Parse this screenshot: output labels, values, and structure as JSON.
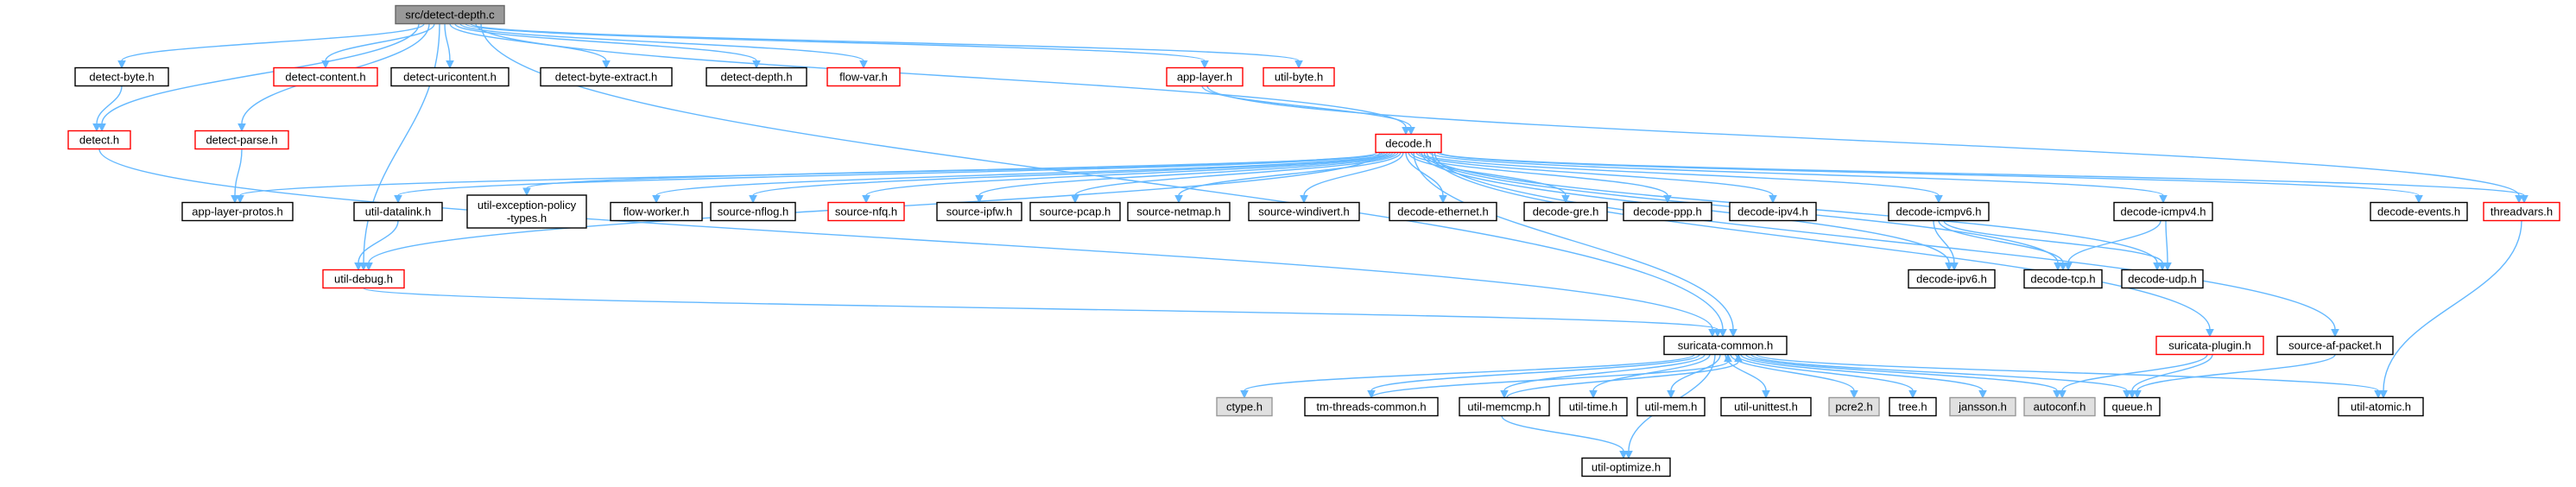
{
  "diagram": {
    "title": "",
    "colors": {
      "edge": "#63b8ff",
      "root_fill": "#999999",
      "root_stroke": "#666666",
      "normal_stroke": "#000000",
      "linked_stroke": "#ff0000",
      "external_fill": "#e0e0e0",
      "external_stroke": "#999999"
    },
    "nodes": [
      {
        "id": "root",
        "label": "src/detect-depth.c",
        "kind": "root"
      },
      {
        "id": "detect-byte",
        "label": "detect-byte.h",
        "kind": "normal"
      },
      {
        "id": "detect-content",
        "label": "detect-content.h",
        "kind": "linked"
      },
      {
        "id": "detect-uricontent",
        "label": "detect-uricontent.h",
        "kind": "normal"
      },
      {
        "id": "detect-byte-extract",
        "label": "detect-byte-extract.h",
        "kind": "normal"
      },
      {
        "id": "detect-depth",
        "label": "detect-depth.h",
        "kind": "normal"
      },
      {
        "id": "flow-var",
        "label": "flow-var.h",
        "kind": "linked"
      },
      {
        "id": "app-layer",
        "label": "app-layer.h",
        "kind": "linked"
      },
      {
        "id": "util-byte",
        "label": "util-byte.h",
        "kind": "linked"
      },
      {
        "id": "detect",
        "label": "detect.h",
        "kind": "linked"
      },
      {
        "id": "detect-parse",
        "label": "detect-parse.h",
        "kind": "linked"
      },
      {
        "id": "decode",
        "label": "decode.h",
        "kind": "linked"
      },
      {
        "id": "app-layer-protos",
        "label": "app-layer-protos.h",
        "kind": "normal"
      },
      {
        "id": "util-datalink",
        "label": "util-datalink.h",
        "kind": "normal"
      },
      {
        "id": "util-exception-policy-types",
        "label": "util-exception-policy\n-types.h",
        "kind": "normal"
      },
      {
        "id": "flow-worker",
        "label": "flow-worker.h",
        "kind": "normal"
      },
      {
        "id": "source-nflog",
        "label": "source-nflog.h",
        "kind": "normal"
      },
      {
        "id": "source-nfq",
        "label": "source-nfq.h",
        "kind": "linked"
      },
      {
        "id": "source-ipfw",
        "label": "source-ipfw.h",
        "kind": "normal"
      },
      {
        "id": "source-pcap",
        "label": "source-pcap.h",
        "kind": "normal"
      },
      {
        "id": "source-netmap",
        "label": "source-netmap.h",
        "kind": "normal"
      },
      {
        "id": "source-windivert",
        "label": "source-windivert.h",
        "kind": "normal"
      },
      {
        "id": "decode-ethernet",
        "label": "decode-ethernet.h",
        "kind": "normal"
      },
      {
        "id": "decode-gre",
        "label": "decode-gre.h",
        "kind": "normal"
      },
      {
        "id": "decode-ppp",
        "label": "decode-ppp.h",
        "kind": "normal"
      },
      {
        "id": "decode-ipv4",
        "label": "decode-ipv4.h",
        "kind": "normal"
      },
      {
        "id": "decode-icmpv6",
        "label": "decode-icmpv6.h",
        "kind": "normal"
      },
      {
        "id": "decode-icmpv4",
        "label": "decode-icmpv4.h",
        "kind": "normal"
      },
      {
        "id": "decode-events",
        "label": "decode-events.h",
        "kind": "normal"
      },
      {
        "id": "threadvars",
        "label": "threadvars.h",
        "kind": "linked"
      },
      {
        "id": "util-debug",
        "label": "util-debug.h",
        "kind": "linked"
      },
      {
        "id": "decode-ipv6",
        "label": "decode-ipv6.h",
        "kind": "normal"
      },
      {
        "id": "decode-tcp",
        "label": "decode-tcp.h",
        "kind": "normal"
      },
      {
        "id": "decode-udp",
        "label": "decode-udp.h",
        "kind": "normal"
      },
      {
        "id": "suricata-common",
        "label": "suricata-common.h",
        "kind": "normal"
      },
      {
        "id": "suricata-plugin",
        "label": "suricata-plugin.h",
        "kind": "linked"
      },
      {
        "id": "source-af-packet",
        "label": "source-af-packet.h",
        "kind": "normal"
      },
      {
        "id": "ctype",
        "label": "ctype.h",
        "kind": "external"
      },
      {
        "id": "tm-threads-common",
        "label": "tm-threads-common.h",
        "kind": "normal"
      },
      {
        "id": "util-memcmp",
        "label": "util-memcmp.h",
        "kind": "normal"
      },
      {
        "id": "util-time",
        "label": "util-time.h",
        "kind": "normal"
      },
      {
        "id": "util-mem",
        "label": "util-mem.h",
        "kind": "normal"
      },
      {
        "id": "util-unittest",
        "label": "util-unittest.h",
        "kind": "normal"
      },
      {
        "id": "pcre2",
        "label": "pcre2.h",
        "kind": "external"
      },
      {
        "id": "tree",
        "label": "tree.h",
        "kind": "normal"
      },
      {
        "id": "jansson",
        "label": "jansson.h",
        "kind": "external"
      },
      {
        "id": "autoconf",
        "label": "autoconf.h",
        "kind": "external"
      },
      {
        "id": "queue",
        "label": "queue.h",
        "kind": "normal"
      },
      {
        "id": "util-atomic",
        "label": "util-atomic.h",
        "kind": "normal"
      },
      {
        "id": "util-optimize",
        "label": "util-optimize.h",
        "kind": "normal"
      }
    ],
    "edges": [
      [
        "root",
        "detect-byte"
      ],
      [
        "root",
        "detect-content"
      ],
      [
        "root",
        "detect-uricontent"
      ],
      [
        "root",
        "detect-byte-extract"
      ],
      [
        "root",
        "detect-depth"
      ],
      [
        "root",
        "flow-var"
      ],
      [
        "root",
        "app-layer"
      ],
      [
        "root",
        "util-byte"
      ],
      [
        "root",
        "detect"
      ],
      [
        "root",
        "detect-parse"
      ],
      [
        "root",
        "decode"
      ],
      [
        "root",
        "util-debug"
      ],
      [
        "root",
        "suricata-common"
      ],
      [
        "detect-byte",
        "detect"
      ],
      [
        "detect-parse",
        "app-layer-protos"
      ],
      [
        "detect",
        "suricata-common"
      ],
      [
        "app-layer",
        "decode"
      ],
      [
        "app-layer",
        "threadvars"
      ],
      [
        "decode",
        "app-layer-protos"
      ],
      [
        "decode",
        "util-datalink"
      ],
      [
        "decode",
        "util-exception-policy-types"
      ],
      [
        "decode",
        "flow-worker"
      ],
      [
        "decode",
        "source-nflog"
      ],
      [
        "decode",
        "source-nfq"
      ],
      [
        "decode",
        "source-ipfw"
      ],
      [
        "decode",
        "source-pcap"
      ],
      [
        "decode",
        "source-netmap"
      ],
      [
        "decode",
        "source-windivert"
      ],
      [
        "decode",
        "decode-ethernet"
      ],
      [
        "decode",
        "decode-gre"
      ],
      [
        "decode",
        "decode-ppp"
      ],
      [
        "decode",
        "decode-ipv4"
      ],
      [
        "decode",
        "decode-icmpv6"
      ],
      [
        "decode",
        "decode-icmpv4"
      ],
      [
        "decode",
        "decode-events"
      ],
      [
        "decode",
        "threadvars"
      ],
      [
        "decode",
        "util-debug"
      ],
      [
        "decode",
        "decode-ipv6"
      ],
      [
        "decode",
        "decode-tcp"
      ],
      [
        "decode",
        "decode-udp"
      ],
      [
        "decode",
        "suricata-common"
      ],
      [
        "decode",
        "suricata-plugin"
      ],
      [
        "decode",
        "source-af-packet"
      ],
      [
        "util-datalink",
        "util-debug"
      ],
      [
        "util-debug",
        "suricata-common"
      ],
      [
        "decode-icmpv6",
        "decode-ipv6"
      ],
      [
        "decode-icmpv6",
        "decode-tcp"
      ],
      [
        "decode-icmpv6",
        "decode-udp"
      ],
      [
        "decode-icmpv4",
        "decode-tcp"
      ],
      [
        "decode-icmpv4",
        "decode-udp"
      ],
      [
        "threadvars",
        "util-atomic"
      ],
      [
        "suricata-plugin",
        "autoconf"
      ],
      [
        "suricata-plugin",
        "queue"
      ],
      [
        "source-af-packet",
        "queue"
      ],
      [
        "suricata-common",
        "ctype"
      ],
      [
        "suricata-common",
        "tm-threads-common"
      ],
      [
        "suricata-common",
        "util-memcmp"
      ],
      [
        "suricata-common",
        "util-time"
      ],
      [
        "suricata-common",
        "util-mem"
      ],
      [
        "suricata-common",
        "util-unittest"
      ],
      [
        "suricata-common",
        "pcre2"
      ],
      [
        "suricata-common",
        "tree"
      ],
      [
        "suricata-common",
        "jansson"
      ],
      [
        "suricata-common",
        "autoconf"
      ],
      [
        "suricata-common",
        "queue"
      ],
      [
        "suricata-common",
        "util-atomic"
      ],
      [
        "suricata-common",
        "util-optimize"
      ],
      [
        "util-memcmp",
        "util-optimize"
      ],
      [
        "util-memcmp",
        "suricata-common"
      ],
      [
        "tm-threads-common",
        "suricata-common"
      ]
    ]
  }
}
